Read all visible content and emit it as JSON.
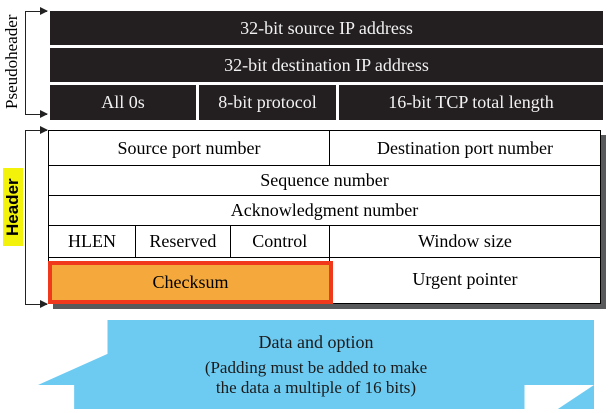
{
  "diagram": {
    "title": "TCP pseudoheader and header checksum layout",
    "colors": {
      "pseudoheader_fill": "#231f20",
      "pseudoheader_text": "#f2f2f2",
      "header_fill": "#ffffff",
      "header_border": "#000000",
      "header_shadow": "#58595b",
      "highlight_border": "#f0391c",
      "highlight_fill": "#f5a93c",
      "banner_fill": "#6dcbf2",
      "label_highlight": "#f2f20a"
    }
  },
  "labels": {
    "pseudoheader": "Pseudoheader",
    "header": "Header"
  },
  "pseudoheader": {
    "rows": [
      {
        "cells": [
          {
            "label": "32-bit source IP address"
          }
        ]
      },
      {
        "cells": [
          {
            "label": "32-bit destination IP address"
          }
        ]
      },
      {
        "cells": [
          {
            "label": "All 0s"
          },
          {
            "label": "8-bit protocol"
          },
          {
            "label": "16-bit TCP total length"
          }
        ]
      }
    ]
  },
  "header": {
    "rows": [
      {
        "cells": [
          {
            "label": "Source port number"
          },
          {
            "label": "Destination port number"
          }
        ]
      },
      {
        "cells": [
          {
            "label": "Sequence number"
          }
        ]
      },
      {
        "cells": [
          {
            "label": "Acknowledgment number"
          }
        ]
      },
      {
        "cells": [
          {
            "label": "HLEN"
          },
          {
            "label": "Reserved"
          },
          {
            "label": "Control"
          },
          {
            "label": "Window size"
          }
        ]
      },
      {
        "cells": [
          {
            "label": "Checksum",
            "highlighted": true
          },
          {
            "label": "Urgent pointer"
          }
        ]
      }
    ]
  },
  "data_banner": {
    "title": "Data and option",
    "note_line_1": "(Padding must be added to make",
    "note_line_2": "the data a multiple of 16 bits)"
  }
}
